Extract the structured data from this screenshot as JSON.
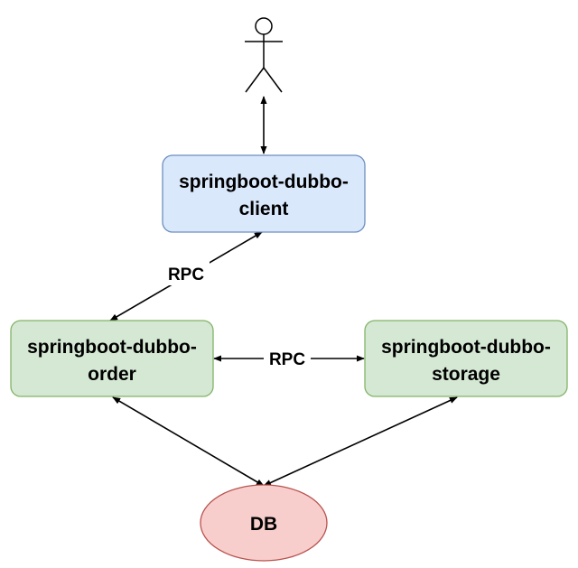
{
  "nodes": {
    "actor": {
      "kind": "actor"
    },
    "client": {
      "lines": [
        "springboot-dubbo-",
        "client"
      ],
      "fill": "#dae8fc",
      "stroke": "#6c8ebf"
    },
    "order": {
      "lines": [
        "springboot-dubbo-",
        "order"
      ],
      "fill": "#d5e8d4",
      "stroke": "#82b366"
    },
    "storage": {
      "lines": [
        "springboot-dubbo-",
        "storage"
      ],
      "fill": "#d5e8d4",
      "stroke": "#82b366"
    },
    "db": {
      "label": "DB",
      "fill": "#f8cecc",
      "stroke": "#b85450"
    }
  },
  "edges": {
    "client_order": {
      "label": "RPC"
    },
    "order_storage": {
      "label": "RPC"
    }
  },
  "colors": {
    "line": "#000000"
  }
}
